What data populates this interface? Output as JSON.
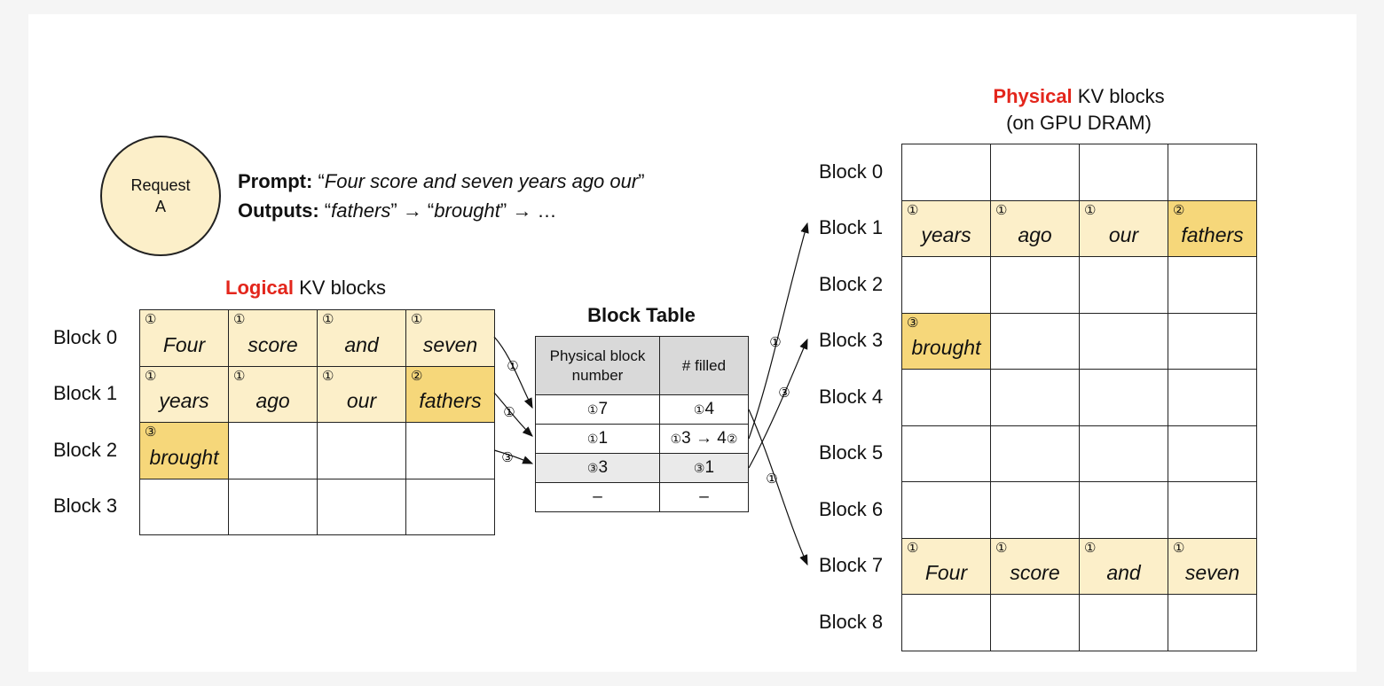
{
  "request": {
    "line1": "Request",
    "line2": "A"
  },
  "prompt": {
    "label": "Prompt:",
    "open_quote": "“",
    "text": "Four score and seven years ago our",
    "close_quote": "”"
  },
  "outputs": {
    "label": "Outputs:",
    "q1": "“",
    "tok1": "fathers",
    "q2": "” → “",
    "tok2": "brought",
    "q3": "” → …"
  },
  "logical": {
    "title_red": "Logical",
    "title_rest": " KV blocks",
    "row_labels": [
      "Block 0",
      "Block 1",
      "Block 2",
      "Block 3"
    ],
    "rows": [
      [
        {
          "text": "Four",
          "badge": "①",
          "state": "filled"
        },
        {
          "text": "score",
          "badge": "①",
          "state": "filled"
        },
        {
          "text": "and",
          "badge": "①",
          "state": "filled"
        },
        {
          "text": "seven",
          "badge": "①",
          "state": "filled"
        }
      ],
      [
        {
          "text": "years",
          "badge": "①",
          "state": "filled"
        },
        {
          "text": "ago",
          "badge": "①",
          "state": "filled"
        },
        {
          "text": "our",
          "badge": "①",
          "state": "filled"
        },
        {
          "text": "fathers",
          "badge": "②",
          "state": "new"
        }
      ],
      [
        {
          "text": "brought",
          "badge": "③",
          "state": "new"
        },
        {
          "text": "",
          "badge": "",
          "state": "empty"
        },
        {
          "text": "",
          "badge": "",
          "state": "empty"
        },
        {
          "text": "",
          "badge": "",
          "state": "empty"
        }
      ],
      [
        {
          "text": "",
          "badge": "",
          "state": "empty"
        },
        {
          "text": "",
          "badge": "",
          "state": "empty"
        },
        {
          "text": "",
          "badge": "",
          "state": "empty"
        },
        {
          "text": "",
          "badge": "",
          "state": "empty"
        }
      ]
    ]
  },
  "block_table": {
    "title": "Block Table",
    "col1_header_line1": "Physical block",
    "col1_header_line2": "number",
    "col2_header": "# filled",
    "rows": [
      {
        "b1": "①",
        "phys": "7",
        "b2": "①",
        "filled": "4"
      },
      {
        "b1": "①",
        "phys": "1",
        "b2": "①",
        "filled": "3 → 4",
        "b3": "②"
      },
      {
        "b1": "③",
        "phys": "3",
        "b2": "③",
        "filled": "1"
      },
      {
        "b1": "",
        "phys": "–",
        "b2": "",
        "filled": "–"
      }
    ]
  },
  "physical": {
    "title_red": "Physical",
    "title_rest": " KV blocks",
    "subtitle": "(on GPU DRAM)",
    "row_labels": [
      "Block 0",
      "Block 1",
      "Block 2",
      "Block 3",
      "Block 4",
      "Block 5",
      "Block 6",
      "Block 7",
      "Block 8"
    ],
    "rows": [
      [
        {
          "text": "",
          "badge": "",
          "state": "empty"
        },
        {
          "text": "",
          "badge": "",
          "state": "empty"
        },
        {
          "text": "",
          "badge": "",
          "state": "empty"
        },
        {
          "text": "",
          "badge": "",
          "state": "empty"
        }
      ],
      [
        {
          "text": "years",
          "badge": "①",
          "state": "filled"
        },
        {
          "text": "ago",
          "badge": "①",
          "state": "filled"
        },
        {
          "text": "our",
          "badge": "①",
          "state": "filled"
        },
        {
          "text": "fathers",
          "badge": "②",
          "state": "new"
        }
      ],
      [
        {
          "text": "",
          "badge": "",
          "state": "empty"
        },
        {
          "text": "",
          "badge": "",
          "state": "empty"
        },
        {
          "text": "",
          "badge": "",
          "state": "empty"
        },
        {
          "text": "",
          "badge": "",
          "state": "empty"
        }
      ],
      [
        {
          "text": "brought",
          "badge": "③",
          "state": "new"
        },
        {
          "text": "",
          "badge": "",
          "state": "empty"
        },
        {
          "text": "",
          "badge": "",
          "state": "empty"
        },
        {
          "text": "",
          "badge": "",
          "state": "empty"
        }
      ],
      [
        {
          "text": "",
          "badge": "",
          "state": "empty"
        },
        {
          "text": "",
          "badge": "",
          "state": "empty"
        },
        {
          "text": "",
          "badge": "",
          "state": "empty"
        },
        {
          "text": "",
          "badge": "",
          "state": "empty"
        }
      ],
      [
        {
          "text": "",
          "badge": "",
          "state": "empty"
        },
        {
          "text": "",
          "badge": "",
          "state": "empty"
        },
        {
          "text": "",
          "badge": "",
          "state": "empty"
        },
        {
          "text": "",
          "badge": "",
          "state": "empty"
        }
      ],
      [
        {
          "text": "",
          "badge": "",
          "state": "empty"
        },
        {
          "text": "",
          "badge": "",
          "state": "empty"
        },
        {
          "text": "",
          "badge": "",
          "state": "empty"
        },
        {
          "text": "",
          "badge": "",
          "state": "empty"
        }
      ],
      [
        {
          "text": "Four",
          "badge": "①",
          "state": "filled"
        },
        {
          "text": "score",
          "badge": "①",
          "state": "filled"
        },
        {
          "text": "and",
          "badge": "①",
          "state": "filled"
        },
        {
          "text": "seven",
          "badge": "①",
          "state": "filled"
        }
      ],
      [
        {
          "text": "",
          "badge": "",
          "state": "empty"
        },
        {
          "text": "",
          "badge": "",
          "state": "empty"
        },
        {
          "text": "",
          "badge": "",
          "state": "empty"
        },
        {
          "text": "",
          "badge": "",
          "state": "empty"
        }
      ]
    ]
  },
  "arrow_badges": {
    "logical_to_table": [
      "①",
      "①",
      "③"
    ],
    "table_to_physical": [
      "①",
      "③",
      "①"
    ]
  },
  "colors": {
    "filled": "#fcefc9",
    "new": "#f6d77a",
    "accent_red": "#e3261c",
    "header_gray": "#d9d9d9"
  }
}
